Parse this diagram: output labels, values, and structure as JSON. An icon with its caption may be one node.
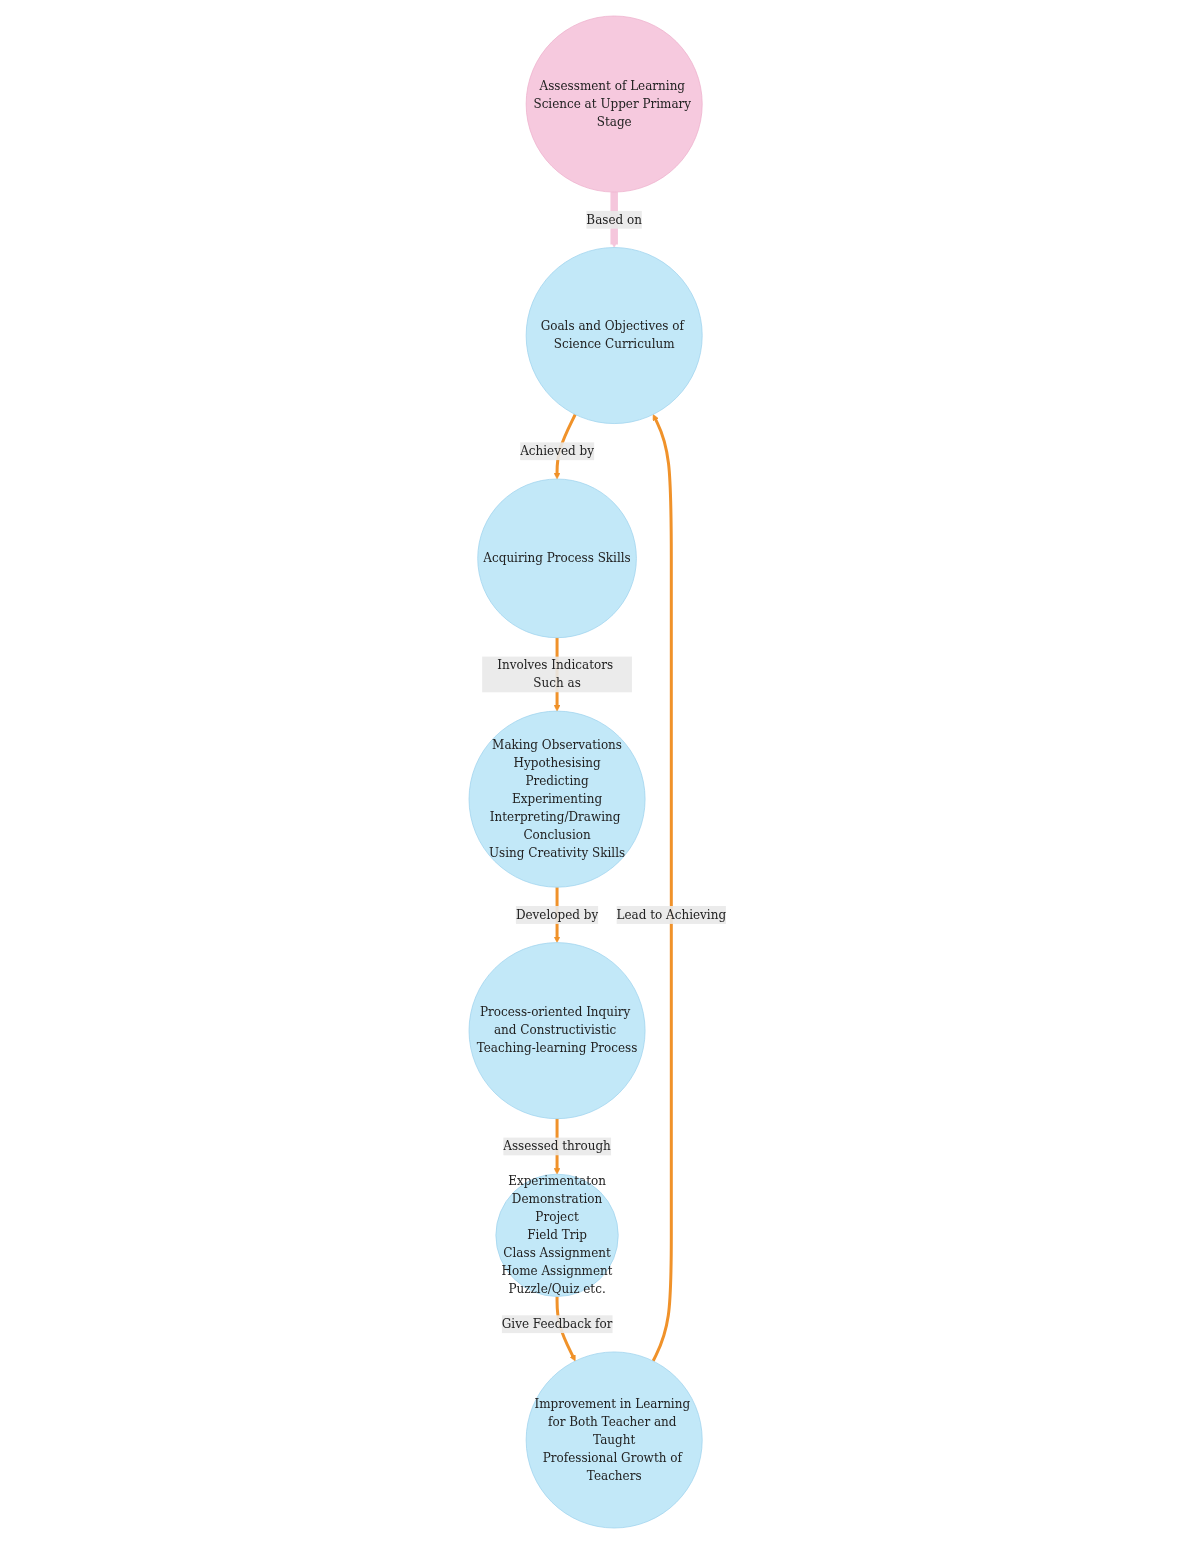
{
  "diagram": {
    "nodes": [
      {
        "text": [
          "Goals and Objectives of Science Curriculum"
        ]
      },
      {
        "text": [
          "Acquiring Process Skills"
        ]
      },
      {
        "text": [
          "Making Observations",
          "Hypothesising",
          "Predicting",
          "Experimenting",
          "Interpreting/Drawing Conclusion",
          "Using Creativity Skills"
        ]
      },
      {
        "text": [
          "Process-oriented Inquiry and Constructivistic Teaching-learning Process"
        ]
      },
      {
        "text": [
          "Experimentaton",
          "Demonstration",
          "Project",
          "Field Trip",
          "Class Assignment",
          "Home Assignment",
          "Puzzle/Quiz etc."
        ]
      },
      {
        "text": [
          "Improvement in Learning for Both Teacher and Taught",
          "Professional Growth of Teachers"
        ]
      },
      {
        "text": [
          "Assessment of Learning Science at Upper Primary Stage"
        ]
      }
    ],
    "edges": [
      {
        "from": 0,
        "to": 1,
        "arrow": "to",
        "label": "Achieved by"
      },
      {
        "from": 1,
        "to": 2,
        "arrow": "to",
        "label": "Involves Indicators Such as"
      },
      {
        "from": 2,
        "to": 3,
        "arrow": "to",
        "label": "Developed by"
      },
      {
        "from": 3,
        "to": 4,
        "arrow": "to",
        "label": "Assessed through"
      },
      {
        "from": 4,
        "to": 5,
        "arrow": "to",
        "label": "Give Feedback for"
      },
      {
        "from": 5,
        "to": 0,
        "arrow": "to",
        "label": "Lead to Achieving"
      },
      {
        "from": 6,
        "to": 0,
        "arrow": "to",
        "label": "Based on",
        "style": "thick",
        "color": "#f5c6dc"
      }
    ]
  }
}
